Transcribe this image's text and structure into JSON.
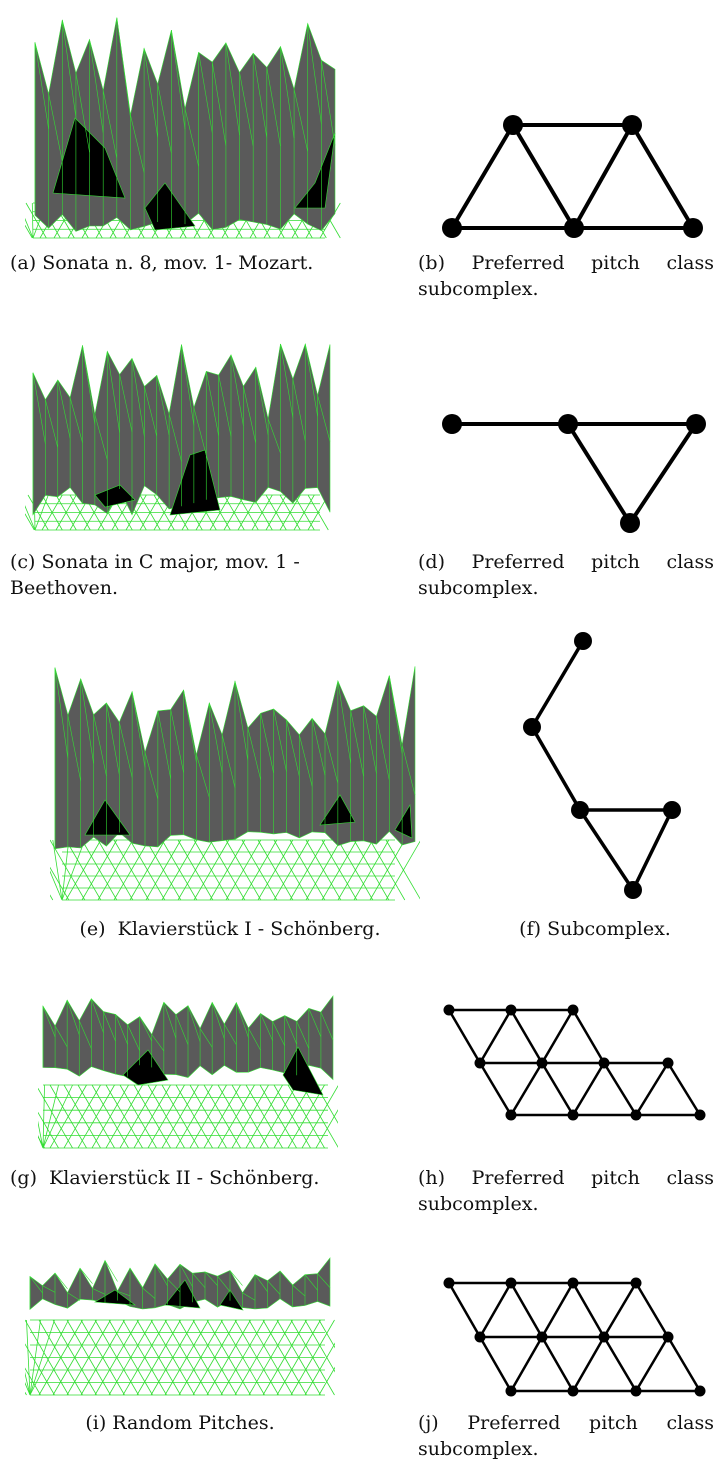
{
  "figures": [
    {
      "caption": "(a) Sonata n. 8, mov. 1- Mozart."
    },
    {
      "caption": "(b) Preferred pitch class subcomplex."
    },
    {
      "caption": "(c) Sonata in C major, mov. 1 - Beethoven."
    },
    {
      "caption": "(d) Preferred pitch class subcomplex."
    },
    {
      "caption": "(e)  Klavierstück I - Schönberg."
    },
    {
      "caption": "(f) Subcomplex."
    },
    {
      "caption": "(g)  Klavierstück II - Schönberg."
    },
    {
      "caption": "(h) Preferred pitch class subcomplex."
    },
    {
      "caption": "(i) Random Pitches."
    },
    {
      "caption": "(j) Preferred pitch class subcomplex."
    }
  ],
  "colors": {
    "surface": "#5a5a5a",
    "shadow": "#000000",
    "mesh": "#33dd33",
    "graph": "#000000"
  }
}
